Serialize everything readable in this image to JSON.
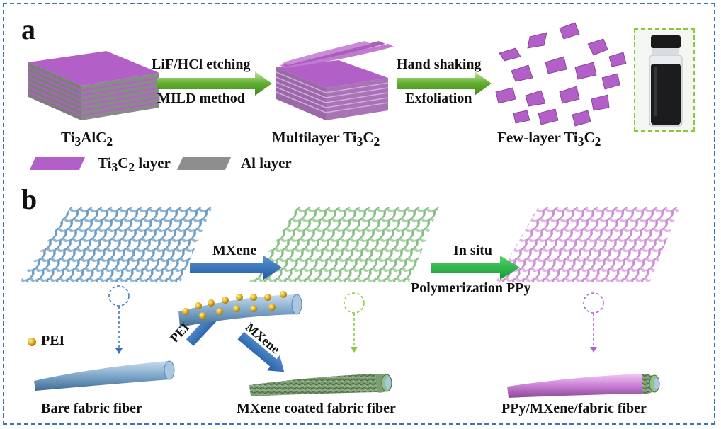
{
  "panel_a": {
    "letter": "a",
    "step1": {
      "top_label": "LiF/HCl etching",
      "bottom_label": "MILD method"
    },
    "step2": {
      "top_label": "Hand shaking",
      "bottom_label": "Exfoliation"
    },
    "stages": [
      {
        "name": "Ti",
        "sub1": "3",
        "mid": "AlC",
        "sub2": "2"
      },
      {
        "name": "Multilayer Ti",
        "sub1": "3",
        "mid": "C",
        "sub2": "2"
      },
      {
        "name": "Few-layer Ti",
        "sub1": "3",
        "mid": "C",
        "sub2": "2"
      }
    ],
    "legend": [
      {
        "pre": "Ti",
        "sub1": "3",
        "mid": "C",
        "sub2": "2",
        "post": " layer",
        "color": "#b25fc8"
      },
      {
        "text": "Al layer",
        "color": "#8e8e8e"
      }
    ]
  },
  "panel_b": {
    "letter": "b",
    "arrow1_label": "MXene",
    "arrow2_label_top": "In situ",
    "arrow2_label_bottom": "Polymerization PPy",
    "pei_legend": "PEI",
    "diag_up_label": "PEI",
    "diag_down_label": "MXene",
    "fibers": [
      {
        "label": "Bare fabric fiber"
      },
      {
        "label": "MXene coated fabric fiber"
      },
      {
        "label": "PPy/MXene/fabric fiber"
      }
    ]
  },
  "colors": {
    "frame": "#3a74b8",
    "green_arrow": "#5fae2e",
    "blue_arrow": "#2f6db5",
    "mesh_blue": "#8fb6d6",
    "mesh_green": "#a9d4a6",
    "mesh_pink": "#d9a2e0",
    "ti3c2_layer": "#b25fc8",
    "al_layer": "#8e8e8e"
  }
}
